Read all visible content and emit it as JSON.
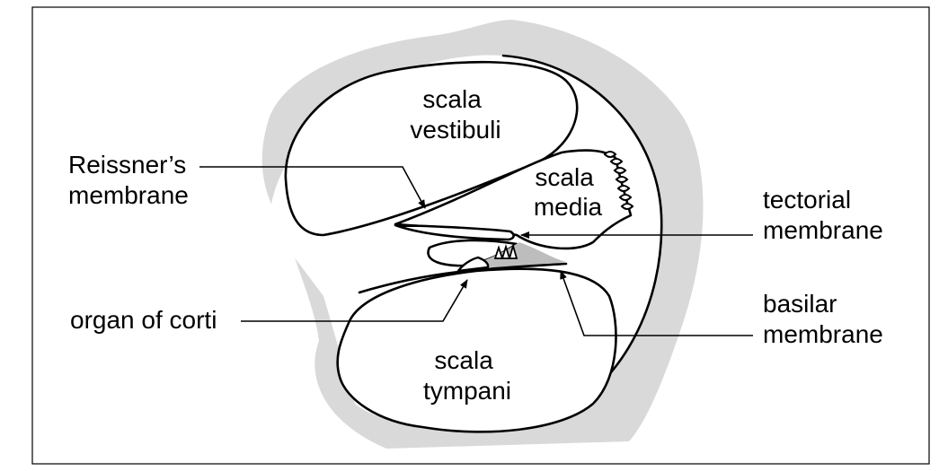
{
  "colors": {
    "bone": "#d9d9d9",
    "organ": "#bdbdbd",
    "line": "#000000",
    "background": "#ffffff"
  },
  "chambers": {
    "vestibuli": [
      "scala",
      "vestibuli"
    ],
    "media": [
      "scala",
      "media"
    ],
    "tympani": [
      "scala",
      "tympani"
    ]
  },
  "labels": {
    "reissners": [
      "Reissner’s",
      "membrane"
    ],
    "tectorial": [
      "tectorial",
      "membrane"
    ],
    "basilar": [
      "basilar",
      "membrane"
    ],
    "organ_of_corti": [
      "organ of corti"
    ]
  }
}
